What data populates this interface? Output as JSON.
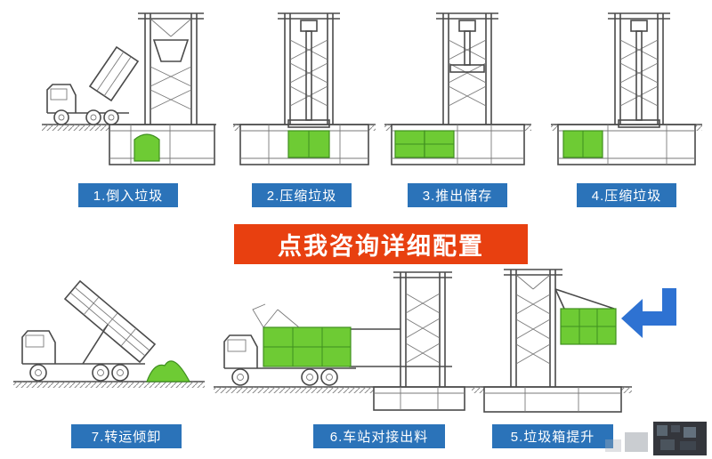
{
  "banner": {
    "text": "点我咨询详细配置"
  },
  "steps": [
    {
      "num": 1,
      "label": "1.倒入垃圾"
    },
    {
      "num": 2,
      "label": "2.压缩垃圾"
    },
    {
      "num": 3,
      "label": "3.推出储存"
    },
    {
      "num": 4,
      "label": "4.压缩垃圾"
    },
    {
      "num": 5,
      "label": "5.垃圾箱提升"
    },
    {
      "num": 6,
      "label": "6.车站对接出料"
    },
    {
      "num": 7,
      "label": "7.转运倾卸"
    }
  ],
  "icons": {
    "flow_arrow": "bent-left-arrow"
  },
  "colors": {
    "label_blue": "#2b73b9",
    "banner_red": "#e84010",
    "green": "#6ecb34",
    "arrow_blue": "#2e72d2",
    "line": "#4a4a4a"
  }
}
